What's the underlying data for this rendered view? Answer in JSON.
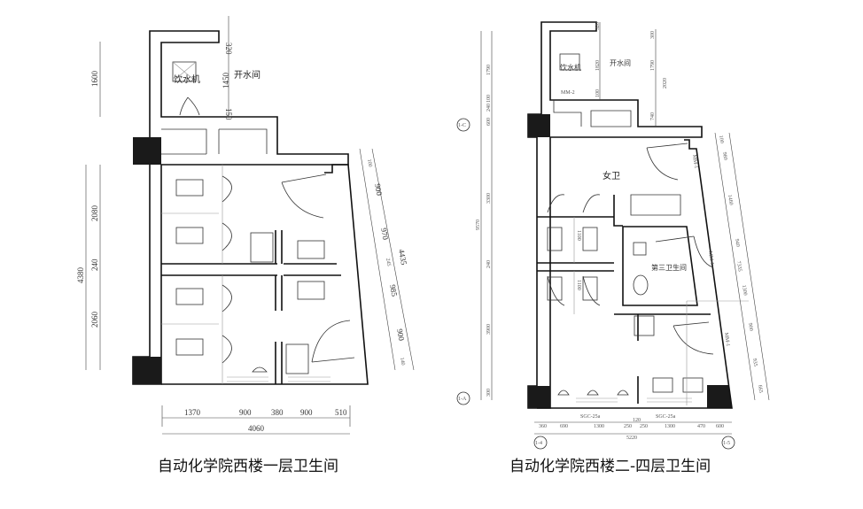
{
  "plan1": {
    "caption": "自动化学院西楼一层卫生间",
    "rooms": {
      "water_room": "开水间",
      "dispenser": "饮水机"
    },
    "dims_left": [
      "1600",
      "2080",
      "240",
      "2060",
      "4380"
    ],
    "dims_annex": [
      "320",
      "1450",
      "150"
    ],
    "dims_right": [
      "100",
      "900",
      "970",
      "245",
      "985",
      "900",
      "140",
      "4435"
    ],
    "dims_bottom": [
      "1370",
      "900",
      "380",
      "900",
      "510",
      "4060"
    ]
  },
  "plan2": {
    "caption": "自动化学院西楼二-四层卫生间",
    "rooms": {
      "water_room": "开水间",
      "dispenser": "饮水机",
      "women": "女卫",
      "third": "第三卫生间"
    },
    "doors": [
      "MM-2",
      "MM-1",
      "MM-1",
      "MM-1"
    ],
    "fixtures": [
      "SGC-25a",
      "SGC-25a"
    ],
    "stall_dims": [
      "1100",
      "1100"
    ],
    "dims_left": [
      "1790",
      "100",
      "240",
      "600",
      "3300",
      "240",
      "3900",
      "300",
      "9570"
    ],
    "dims_annex": [
      "320",
      "1820",
      "100",
      "300",
      "1790",
      "2020",
      "740"
    ],
    "dims_right": [
      "100",
      "980",
      "1460",
      "940",
      "1300",
      "900",
      "935",
      "665",
      "7335"
    ],
    "dims_bottom": [
      "360",
      "690",
      "1300",
      "250",
      "120",
      "250",
      "1300",
      "470",
      "600",
      "5220"
    ],
    "axes": [
      "1-C",
      "1-A",
      "1-4",
      "1-5"
    ]
  }
}
